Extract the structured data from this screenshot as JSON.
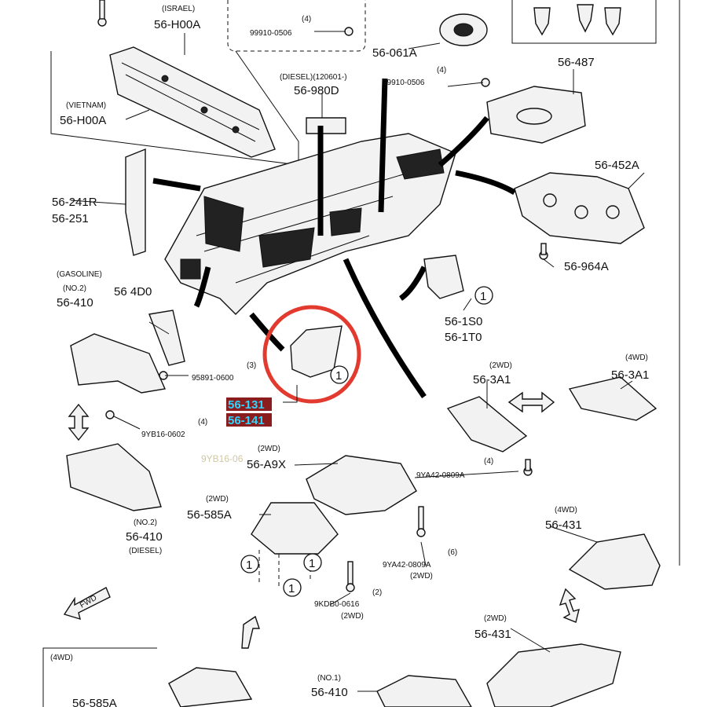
{
  "labels": {
    "israel_tag": "(ISRAEL)",
    "israel_num": "56-H00A",
    "vietnam_tag": "(VIETNAM)",
    "vietnam_num": "56-H00A",
    "top_qty": "(4)",
    "top_bolt": "99910-0506",
    "p061a": "56-061A",
    "right_qty": "(4)",
    "right_bolt": "99910-0506",
    "p487": "56-487",
    "diesel_tag": "(DIESEL)(120601-)",
    "p980d": "56-980D",
    "p452a": "56-452A",
    "p241r": "56-241R",
    "p251": "56-251",
    "p964a": "56-964A",
    "gas_tag": "(GASOLINE)",
    "gas_no": "(NO.2)",
    "gas_num": "56-410",
    "p4d0": "56 4D0",
    "p1s0": "56-1S0",
    "p1t0": "56-1T0",
    "q3": "(3)",
    "b95891": "95891-0600",
    "hl1": "56-131",
    "hl2": "56-141",
    "q4a": "(4)",
    "b9yb16": "9YB16-0602",
    "twowd1": "(2WD)",
    "p3a1a": "56-3A1",
    "fourwd1": "(4WD)",
    "p3a1b": "56-3A1",
    "ghost": "9YB16-06",
    "twowd2": "(2WD)",
    "pa9x": "56-A9X",
    "q4b": "(4)",
    "b9ya42a": "9YA42-0809A",
    "twowd3": "(2WD)",
    "p585a": "56-585A",
    "fourwd2": "(4WD)",
    "p431a": "56-431",
    "no2": "(NO.2)",
    "p410d": "56-410",
    "diesel2": "(DIESEL)",
    "q6": "(6)",
    "b9ya42b": "9YA42-0809A",
    "twowd4": "(2WD)",
    "q2": "(2)",
    "b9kdb0": "9KDB0-0616",
    "twowd5": "(2WD)",
    "fwd": "FWD",
    "twowd6": "(2WD)",
    "p431b": "56-431",
    "fourwd3": "(4WD)",
    "no1": "(NO.1)",
    "p410b": "56-410",
    "p585b": "56-585A",
    "ref1": "1"
  },
  "highlight_color": "#2fd6ff",
  "callout_color": "#e23a2e"
}
